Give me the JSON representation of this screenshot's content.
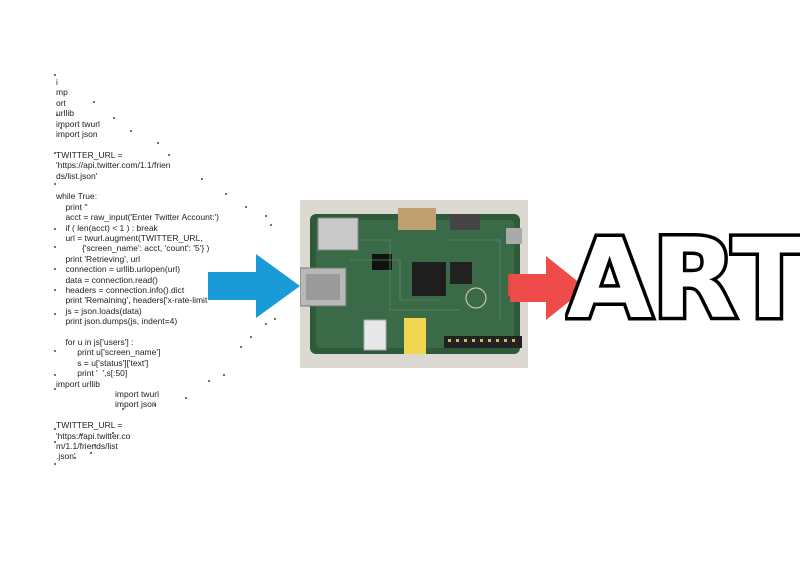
{
  "code": {
    "lines": [
      "i",
      "mp",
      "ort",
      "urllib",
      "import twurl",
      "import json",
      "",
      "TWITTER_URL =",
      "'https://api.twitter.com/1.1/frien",
      "ds/list.json'",
      "",
      "while True:",
      "    print ''",
      "    acct = raw_input('Enter Twitter Account:')",
      "    if ( len(acct) < 1 ) : break",
      "    url = twurl.augment(TWITTER_URL,",
      "           {'screen_name': acct, 'count': '5'} )",
      "    print 'Retrieving', url",
      "    connection = urllib.urlopen(url)",
      "    data = connection.read()",
      "    headers = connection.info().dict",
      "    print 'Remaining', headers['x-rate-limit",
      "    js = json.loads(data)",
      "    print json.dumps(js, indent=4)",
      "",
      "    for u in js['users'] :",
      "         print u['screen_name']",
      "         s = u['status']['text']",
      "         print '  ',s[:50]",
      "import urllib",
      "                         import twurl",
      "                         import json",
      "",
      "TWITTER_URL =",
      "'https://api.twitter.co",
      "m/1.1/friends/list",
      ".json'"
    ]
  },
  "logo": {
    "text": "ART"
  },
  "colors": {
    "blue_arrow": "#1a9ad6",
    "red_arrow": "#ef4b4b",
    "board_green": "#2f5a3a",
    "logo_fill": "#ffffff",
    "logo_stroke": "#000000"
  },
  "icons": {
    "blue_arrow": "right-arrow-icon",
    "red_arrow": "right-arrow-icon",
    "board": "raspberry-pi-board-photo"
  }
}
